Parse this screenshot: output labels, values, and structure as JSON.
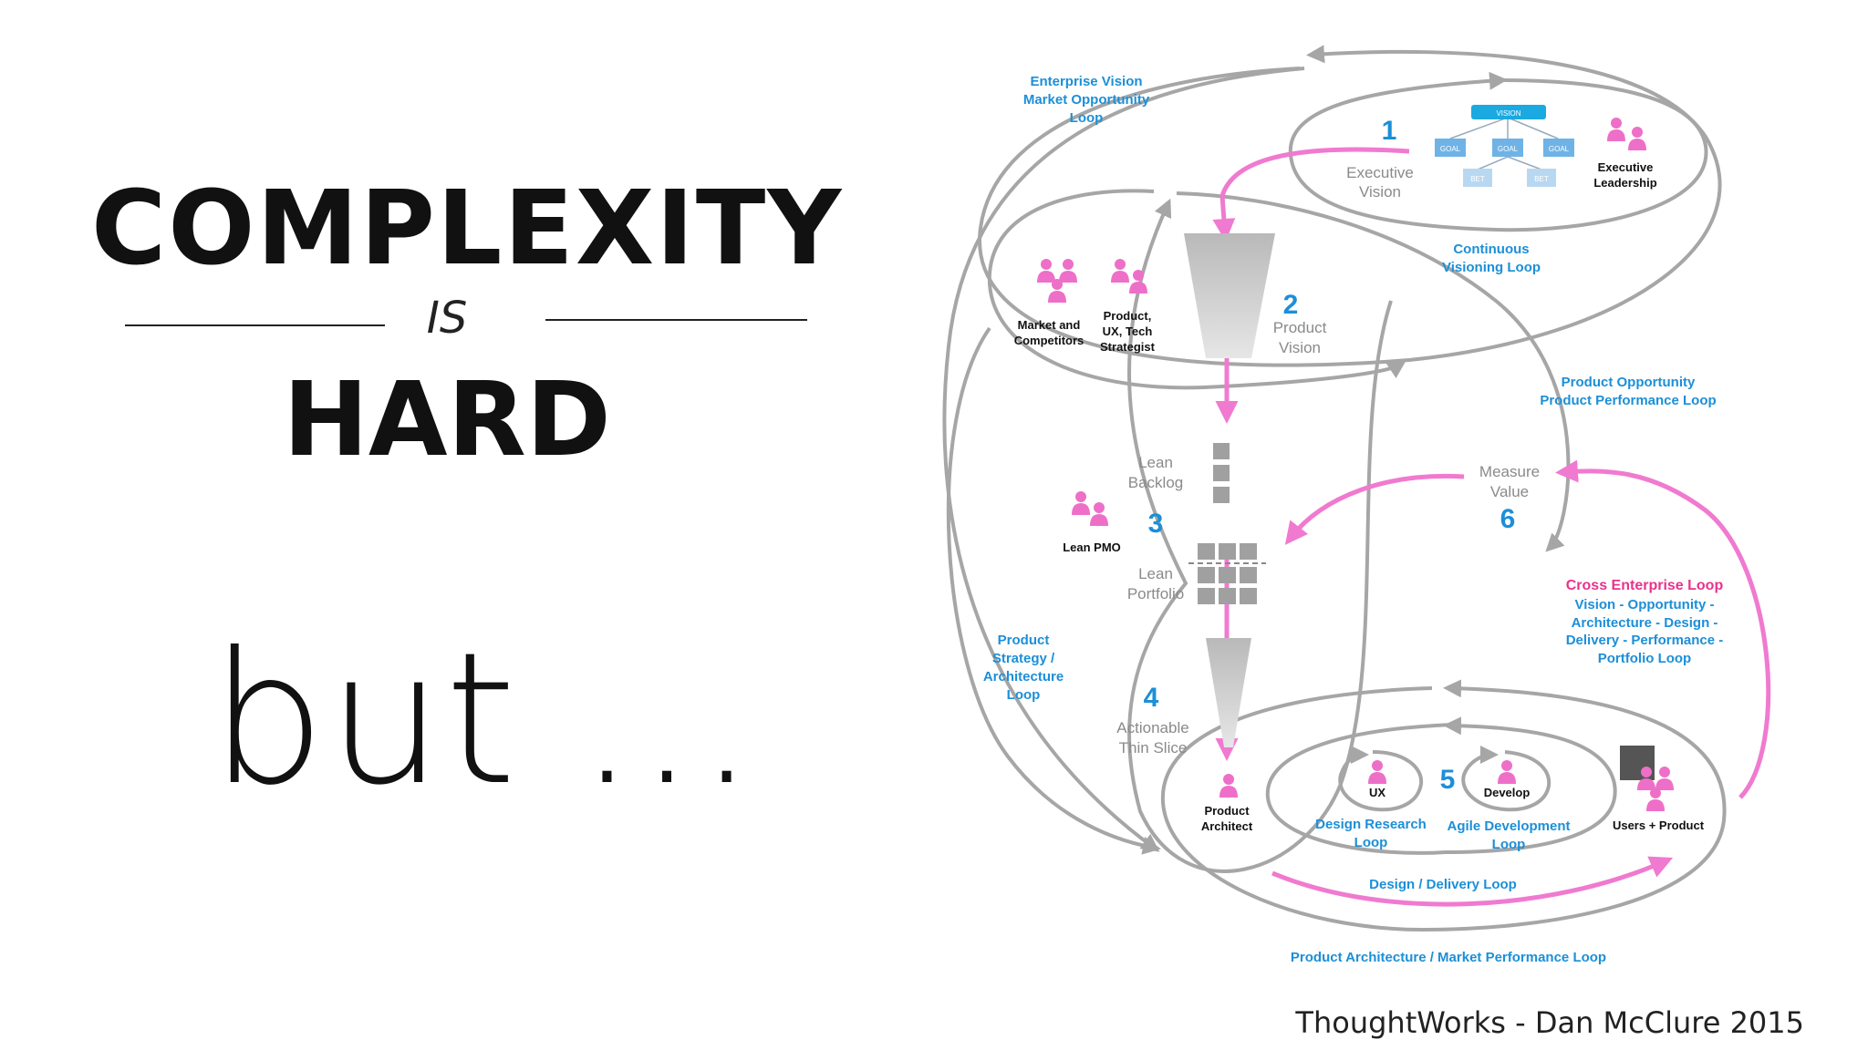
{
  "title": {
    "line1": "COMPLEXITY",
    "connector": "IS",
    "line2": "HARD",
    "tagline": "but ...",
    "credit": "ThoughtWorks - Dan McClure 2015"
  },
  "diagram": {
    "loops": {
      "enterprise_vision": [
        "Enterprise Vision",
        "Market Opportunity",
        "Loop"
      ],
      "continuous_visioning": [
        "Continuous",
        "Visioning Loop"
      ],
      "product_opportunity": [
        "Product Opportunity",
        "Product Performance Loop"
      ],
      "cross_enterprise_title": "Cross Enterprise Loop",
      "cross_enterprise": [
        "Vision - Opportunity -",
        "Architecture - Design -",
        "Delivery - Performance -",
        "Portfolio Loop"
      ],
      "product_strategy": [
        "Product",
        "Strategy /",
        "Architecture",
        "Loop"
      ],
      "design_research": [
        "Design Research",
        "Loop"
      ],
      "agile_development": [
        "Agile Development",
        "Loop"
      ],
      "design_delivery": "Design / Delivery Loop",
      "product_architecture": "Product Architecture / Market Performance Loop"
    },
    "steps": {
      "s1": {
        "num": "1",
        "label": [
          "Executive",
          "Vision"
        ]
      },
      "s2": {
        "num": "2",
        "label": [
          "Product",
          "Vision"
        ]
      },
      "s3": {
        "num": "3",
        "label_backlog": [
          "Lean",
          "Backlog"
        ],
        "label_portfolio": [
          "Lean",
          "Portfolio"
        ]
      },
      "s4": {
        "num": "4",
        "label": [
          "Actionable",
          "Thin Slice"
        ]
      },
      "s5": {
        "num": "5"
      },
      "s6": {
        "num": "6",
        "label": [
          "Measure",
          "Value"
        ]
      }
    },
    "roles": {
      "executive_leadership": [
        "Executive",
        "Leadership"
      ],
      "market_competitors": [
        "Market and",
        "Competitors"
      ],
      "product_strategist": [
        "Product,",
        "UX, Tech",
        "Strategist"
      ],
      "lean_pmo": "Lean PMO",
      "product_architect": [
        "Product",
        "Architect"
      ],
      "ux": "UX",
      "develop": "Develop",
      "users_product": "Users + Product"
    },
    "vision_tree": {
      "root": "VISION",
      "goals": [
        "GOAL",
        "GOAL",
        "GOAL"
      ],
      "bets": [
        "BET",
        "BET"
      ]
    },
    "colors": {
      "loop_gray": "#a6a6a6",
      "flow_pink": "#f07ad0",
      "label_blue": "#1c8fd8",
      "person_pink": "#ee6fc8",
      "tree_root": "#1aa9e0",
      "tree_goal": "#6fb3e6",
      "tree_bet": "#b8d8f2"
    }
  }
}
